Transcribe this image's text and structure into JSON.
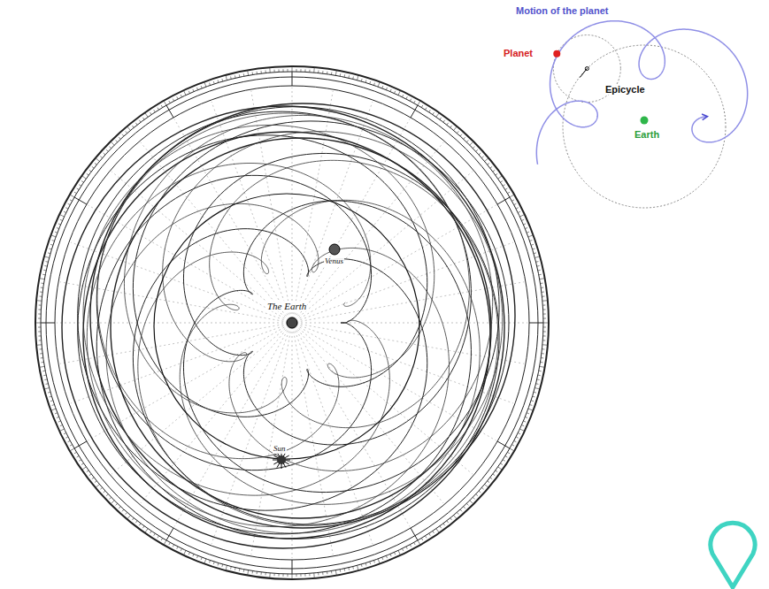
{
  "diagram": {
    "labels": [
      "Motion of the planet",
      "Planet",
      "Epicycle",
      "Earth",
      "The Earth",
      "Venus",
      "Sun"
    ]
  }
}
